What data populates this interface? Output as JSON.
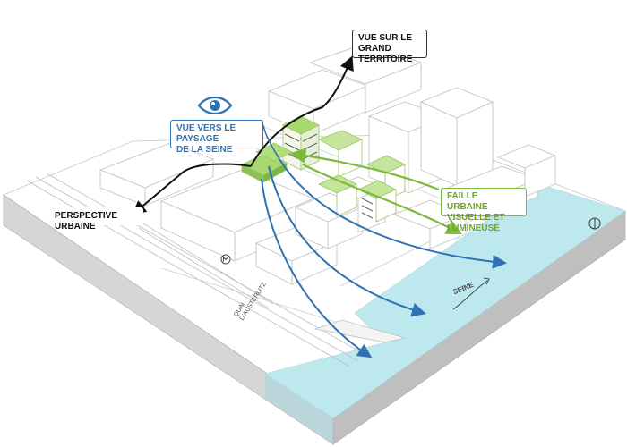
{
  "labels": {
    "grand_territoire_line1": "VUE SUR LE GRAND",
    "grand_territoire_line2": "TERRITOIRE",
    "paysage_line1": "VUE VERS LE PAYSAGE",
    "paysage_line2": "DE LA SEINE",
    "perspective": "PERSPECTIVE URBAINE",
    "faille_line1": "FAILLE URBAINE",
    "faille_line2": "VISUELLE ET LUMINEUSE",
    "quai_line1": "QUAI",
    "quai_line2": "D'AUSTERLITZ",
    "seine": "SEINE"
  },
  "colors": {
    "black_arrow": "#111111",
    "blue_arrow": "#2e72b3",
    "green_arrow": "#7db93a",
    "river": "#bde8ee",
    "green_roof": "#a8d86e",
    "building_line": "#c4c4c4",
    "ground_side": "#d4d4d4",
    "ground_side_dark": "#bdbdbd",
    "ground_top": "#ffffff"
  },
  "icons": {
    "eye": "eye-icon",
    "compass": "compass-icon",
    "metro": "metro-icon"
  }
}
